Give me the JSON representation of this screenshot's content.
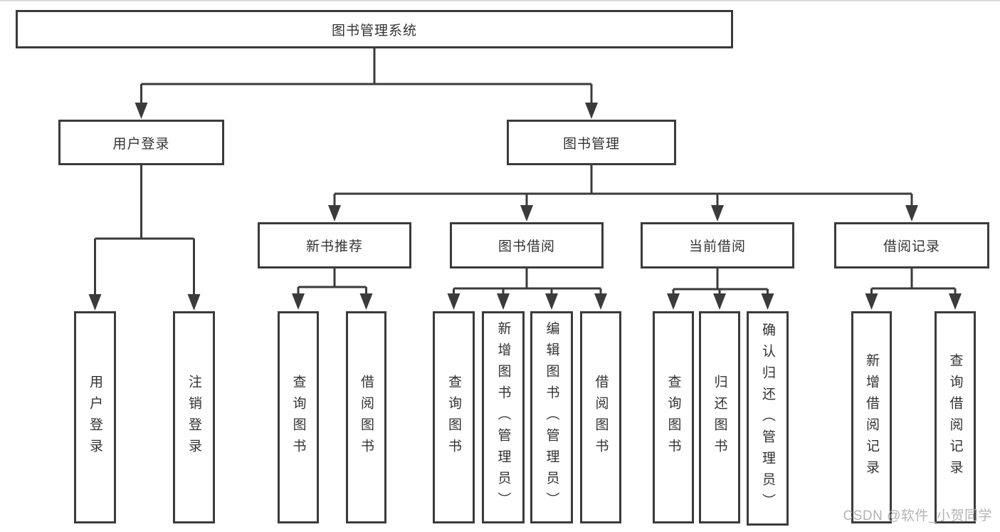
{
  "hierarchy": {
    "label": "图书管理系统",
    "children": [
      {
        "label": "用户登录",
        "children": [
          {
            "label": "用户登录"
          },
          {
            "label": "注销登录"
          }
        ]
      },
      {
        "label": "图书管理",
        "children": [
          {
            "label": "新书推荐",
            "children": [
              {
                "label": "查询图书"
              },
              {
                "label": "借阅图书"
              }
            ]
          },
          {
            "label": "图书借阅",
            "children": [
              {
                "label": "查询图书"
              },
              {
                "label": "新增图书（管理员）"
              },
              {
                "label": "编辑图书（管理员）"
              },
              {
                "label": "借阅图书"
              }
            ]
          },
          {
            "label": "当前借阅",
            "children": [
              {
                "label": "查询图书"
              },
              {
                "label": "归还图书"
              },
              {
                "label": "确认归还（管理员）"
              }
            ]
          },
          {
            "label": "借阅记录",
            "children": [
              {
                "label": "新增借阅记录"
              },
              {
                "label": "查询借阅记录"
              }
            ]
          }
        ]
      }
    ]
  },
  "watermark": "CSDN @软件_小贺同学",
  "colors": {
    "line": "#3b3b3b",
    "text": "#333333",
    "watermark": "#b3b3b3",
    "background": "#ffffff"
  }
}
